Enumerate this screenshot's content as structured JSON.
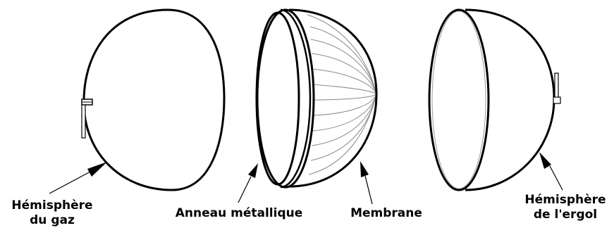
{
  "labels": {
    "gas_hemisphere_line1": "Hémisphère",
    "gas_hemisphere_line2": "du gaz",
    "metal_ring": "Anneau métallique",
    "membrane": "Membrane",
    "propellant_hemisphere_line1": "Hémisphère",
    "propellant_hemisphere_line2": "de l'ergol"
  },
  "colors": {
    "stroke": "#000000",
    "thin_stroke": "#888888",
    "background": "#ffffff"
  }
}
